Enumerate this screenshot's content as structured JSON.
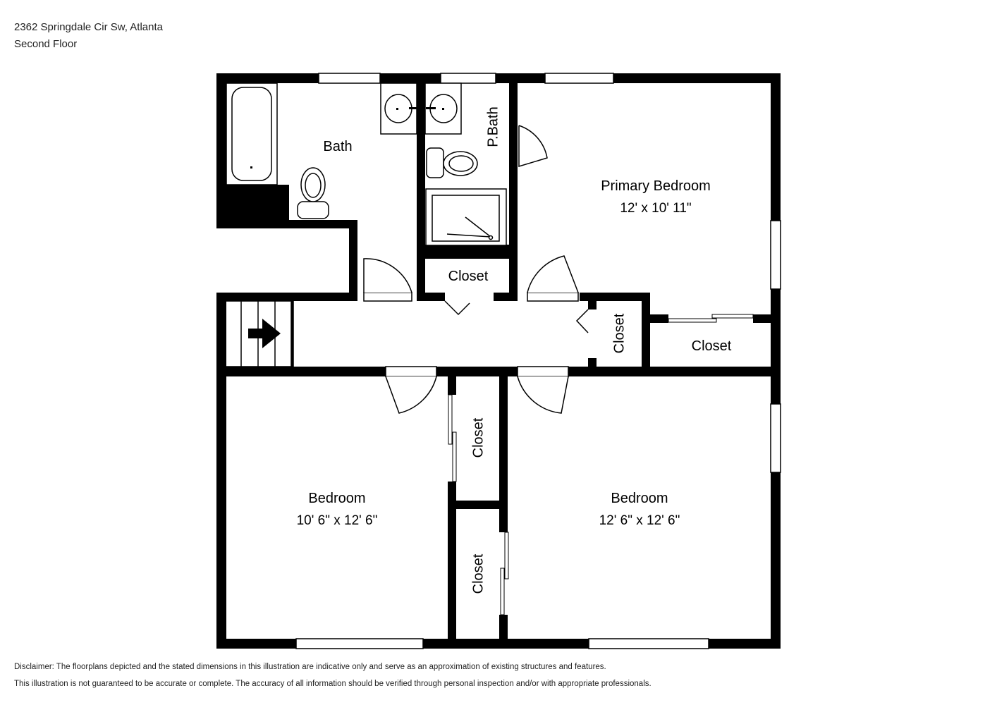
{
  "header": {
    "address": "2362 Springdale Cir Sw, Atlanta",
    "floor": "Second Floor"
  },
  "rooms": {
    "bath": {
      "name": "Bath"
    },
    "pbath": {
      "name": "P.Bath"
    },
    "primary": {
      "name": "Primary Bedroom",
      "dims": "12' x 10' 11\""
    },
    "closet_hall": {
      "name": "Closet"
    },
    "closet_side": {
      "name": "Closet"
    },
    "closet_primary": {
      "name": "Closet"
    },
    "closet_upper": {
      "name": "Closet"
    },
    "closet_lower": {
      "name": "Closet"
    },
    "bedroom_left": {
      "name": "Bedroom",
      "dims": "10' 6\" x 12' 6\""
    },
    "bedroom_right": {
      "name": "Bedroom",
      "dims": "12' 6\" x 12' 6\""
    }
  },
  "disclaimer": {
    "line1": "Disclaimer: The floorplans depicted and the stated dimensions in this illustration are indicative only and serve as an approximation of existing structures and features.",
    "line2": "This illustration is not guaranteed to be accurate or complete. The accuracy of all information should be verified through personal inspection and/or with appropriate professionals."
  }
}
